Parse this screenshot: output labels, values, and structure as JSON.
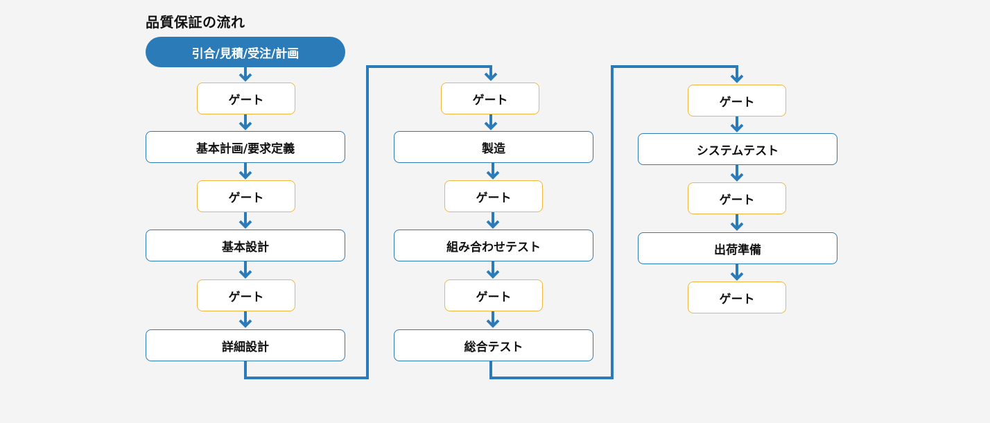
{
  "title": "品質保証の流れ",
  "columns": [
    {
      "nodes": [
        {
          "type": "start",
          "label": "引合/見積/受注/計画"
        },
        {
          "type": "gate",
          "label": "ゲート"
        },
        {
          "type": "process",
          "label": "基本計画/要求定義"
        },
        {
          "type": "gate",
          "label": "ゲート"
        },
        {
          "type": "process",
          "label": "基本設計"
        },
        {
          "type": "gate",
          "label": "ゲート"
        },
        {
          "type": "process",
          "label": "詳細設計"
        }
      ]
    },
    {
      "nodes": [
        {
          "type": "gate",
          "label": "ゲート"
        },
        {
          "type": "process",
          "label": "製造"
        },
        {
          "type": "gate",
          "label": "ゲート"
        },
        {
          "type": "process",
          "label": "組み合わせテスト"
        },
        {
          "type": "gate",
          "label": "ゲート"
        },
        {
          "type": "process",
          "label": "総合テスト"
        }
      ]
    },
    {
      "nodes": [
        {
          "type": "gate",
          "label": "ゲート"
        },
        {
          "type": "process",
          "label": "システムテスト"
        },
        {
          "type": "gate",
          "label": "ゲート"
        },
        {
          "type": "process",
          "label": "出荷準備"
        },
        {
          "type": "gate",
          "label": "ゲート"
        }
      ]
    }
  ],
  "colors": {
    "accent": "#2b7bb8",
    "gate_border": "#f0b73c",
    "background": "#f4f4f4"
  }
}
